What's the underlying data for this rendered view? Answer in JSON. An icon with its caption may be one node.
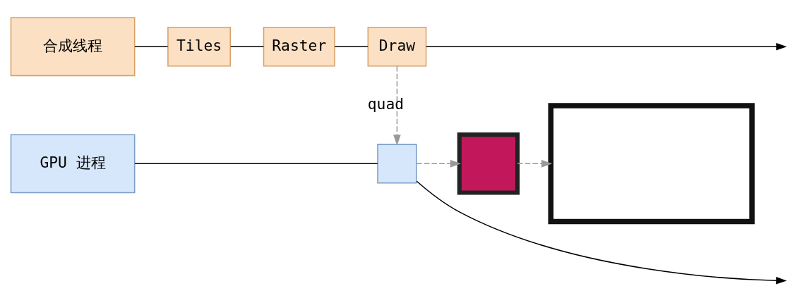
{
  "diagram": {
    "nodes": [
      {
        "text": [
          "合成线程"
        ]
      },
      {
        "text": [
          "Tiles"
        ]
      },
      {
        "text": [
          "Raster"
        ]
      },
      {
        "text": [
          "Draw"
        ]
      },
      {
        "text": [
          "GPU 进程"
        ]
      },
      {
        "text": [],
        "shape": "box"
      },
      {
        "text": [],
        "shape": "box"
      },
      {
        "text": [],
        "shape": "box"
      }
    ],
    "edges": [
      {
        "from": 0,
        "to": 1,
        "arrow": "none"
      },
      {
        "from": 1,
        "to": 2,
        "arrow": "none"
      },
      {
        "from": 2,
        "to": 3,
        "arrow": "none"
      },
      {
        "from": 3,
        "to": null,
        "arrow": "to"
      },
      {
        "from": 3,
        "to": 5,
        "arrow": "to",
        "label": "quad",
        "style": "dashed",
        "color": "#999999"
      },
      {
        "from": 4,
        "to": 5,
        "arrow": "none"
      },
      {
        "from": 5,
        "to": null,
        "arrow": "to"
      },
      {
        "from": 5,
        "to": 6,
        "arrow": "to",
        "style": "dashed",
        "color": "#999999"
      },
      {
        "from": 6,
        "to": 7,
        "arrow": "to",
        "style": "dashed",
        "color": "#999999"
      }
    ]
  }
}
